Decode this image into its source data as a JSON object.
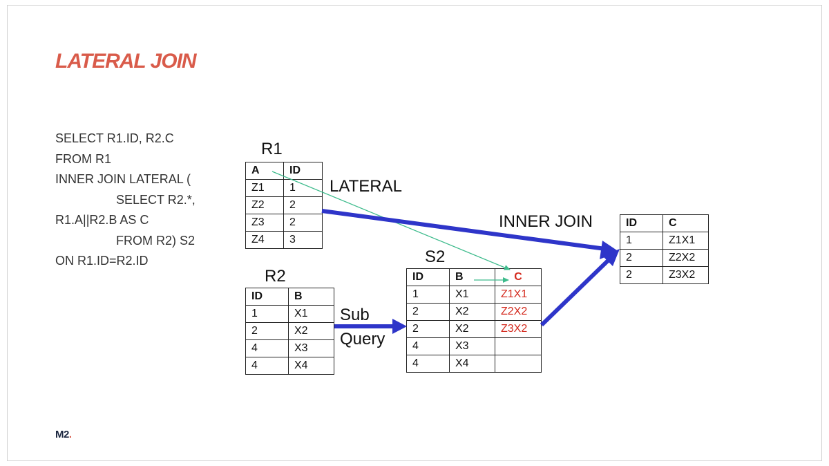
{
  "slide": {
    "title": "LATERAL JOIN",
    "logo": {
      "text": "M2",
      "dot": "."
    }
  },
  "sql": [
    "SELECT R1.ID, R2.C",
    "FROM R1",
    "INNER JOIN LATERAL (",
    "SELECT R2.*,",
    "R1.A||R2.B AS C",
    "FROM R2) S2",
    "ON R1.ID=R2.ID"
  ],
  "labels": {
    "r1": "R1",
    "r2": "R2",
    "s2": "S2",
    "lateral": "LATERAL",
    "inner_join": "INNER JOIN",
    "sub": "Sub",
    "query": "Query"
  },
  "tables": {
    "r1": {
      "headers": [
        "A",
        "ID"
      ],
      "rows": [
        [
          "Z1",
          "1"
        ],
        [
          "Z2",
          "2"
        ],
        [
          "Z3",
          "2"
        ],
        [
          "Z4",
          "3"
        ]
      ]
    },
    "r2": {
      "headers": [
        "ID",
        "B"
      ],
      "rows": [
        [
          "1",
          "X1"
        ],
        [
          "2",
          "X2"
        ],
        [
          "4",
          "X3"
        ],
        [
          "4",
          "X4"
        ]
      ]
    },
    "s2": {
      "headers": [
        "ID",
        "B",
        "C"
      ],
      "rows": [
        [
          "1",
          "X1",
          "Z1X1"
        ],
        [
          "2",
          "X2",
          "Z2X2"
        ],
        [
          "2",
          "X2",
          "Z3X2"
        ],
        [
          "4",
          "X3",
          ""
        ],
        [
          "4",
          "X4",
          ""
        ]
      ]
    },
    "result": {
      "headers": [
        "ID",
        "C"
      ],
      "rows": [
        [
          "1",
          "Z1X1"
        ],
        [
          "2",
          "Z2X2"
        ],
        [
          "2",
          "Z3X2"
        ]
      ]
    }
  },
  "colors": {
    "title": "#d95b4a",
    "arrow_blue": "#2e35c9",
    "arrow_green": "#3dbb8c",
    "highlight_red": "#d42a1e"
  }
}
